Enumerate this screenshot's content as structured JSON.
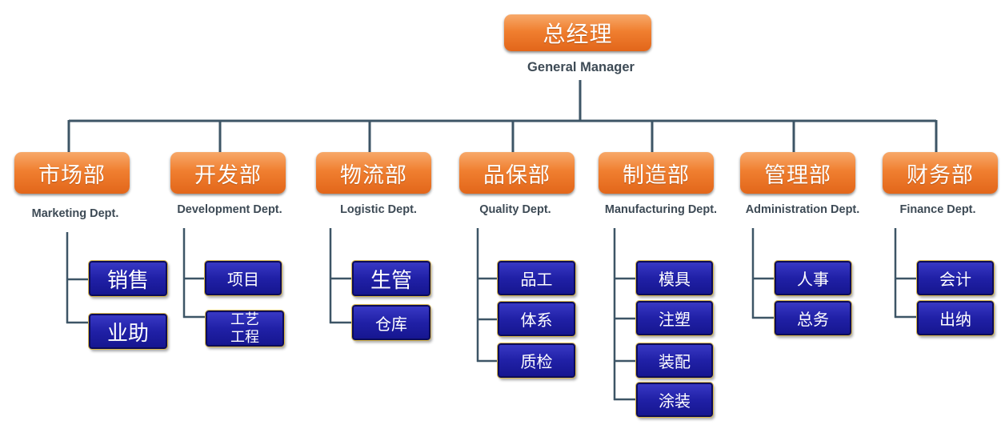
{
  "root": {
    "label_cn": "总经理",
    "label_en": "General Manager"
  },
  "departments": [
    {
      "label_cn": "市场部",
      "label_en": "Marketing Dept.",
      "children": [
        "销售",
        "业助"
      ]
    },
    {
      "label_cn": "开发部",
      "label_en": "Development Dept.",
      "children": [
        "项目",
        "工艺工程"
      ]
    },
    {
      "label_cn": "物流部",
      "label_en": "Logistic Dept.",
      "children": [
        "生管",
        "仓库"
      ]
    },
    {
      "label_cn": "品保部",
      "label_en": "Quality Dept.",
      "children": [
        "品工",
        "体系",
        "质检"
      ]
    },
    {
      "label_cn": "制造部",
      "label_en": "Manufacturing Dept.",
      "children": [
        "模具",
        "注塑",
        "装配",
        "涂装"
      ]
    },
    {
      "label_cn": "管理部",
      "label_en": "Administration Dept.",
      "children": [
        "人事",
        "总务"
      ]
    },
    {
      "label_cn": "财务部",
      "label_en": "Finance Dept.",
      "children": [
        "会计",
        "出纳"
      ]
    }
  ],
  "colors": {
    "dept_box": "#f07f30",
    "team_box": "#2020a6",
    "team_border": "#d9b84a",
    "connector": "#3d5566",
    "english_label": "#3d4a55"
  }
}
